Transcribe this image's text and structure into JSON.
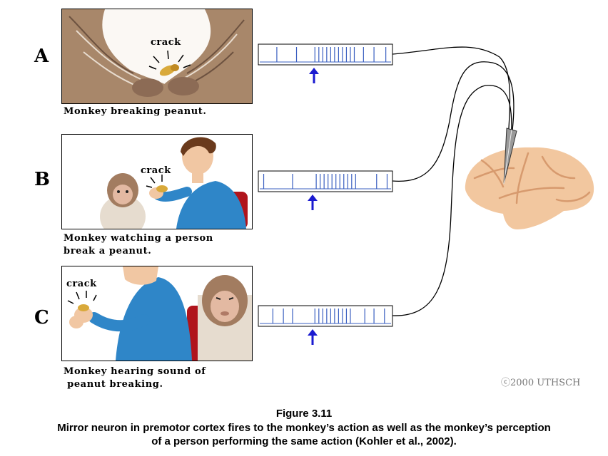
{
  "rows": [
    {
      "letter": "A",
      "caption": "Monkey breaking peanut.",
      "sound": "crack",
      "spikes": [
        0.13,
        0.28,
        0.42,
        0.45,
        0.48,
        0.51,
        0.54,
        0.57,
        0.6,
        0.63,
        0.66,
        0.69,
        0.72,
        0.79,
        0.87,
        0.96
      ]
    },
    {
      "letter": "B",
      "caption": "Monkey watching a person\nbreak a peanut.",
      "sound": "crack",
      "spikes": [
        0.03,
        0.25,
        0.43,
        0.46,
        0.49,
        0.52,
        0.55,
        0.58,
        0.61,
        0.64,
        0.67,
        0.7,
        0.73,
        0.89,
        0.97
      ]
    },
    {
      "letter": "C",
      "caption": "Monkey hearing sound of\n peanut breaking.",
      "sound": "crack",
      "spikes": [
        0.1,
        0.18,
        0.25,
        0.42,
        0.45,
        0.48,
        0.51,
        0.54,
        0.57,
        0.6,
        0.63,
        0.66,
        0.69,
        0.8,
        0.87,
        0.95
      ]
    }
  ],
  "copyright": "ⓒ2000 UTHSCH",
  "figure": {
    "title": "Figure 3.11",
    "line1": "Mirror neuron in premotor cortex fires to the monkey’s action as well as the monkey’s perception",
    "line2": "of a person performing the same action (Kohler et al., 2002)."
  },
  "colors": {
    "spike": "#3a5fc0",
    "arrow": "#1a1ad0",
    "brain": "#f2c79f",
    "brain_sulci": "#d79a6e",
    "shirt": "#2f86c8",
    "monkey_fur": "#b08c6c",
    "chair": "#b0141c"
  }
}
